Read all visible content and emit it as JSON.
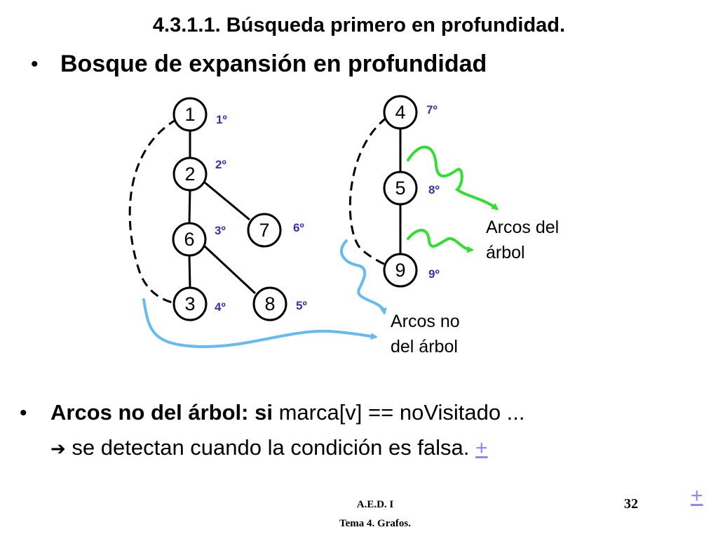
{
  "slide": {
    "title": "4.3.1.1.  Búsqueda primero en profundidad.",
    "bullet1": "Bosque de expansión en profundidad",
    "bullet_symbol": "•"
  },
  "diagram": {
    "nodes": [
      {
        "id": "n1",
        "label": "1"
      },
      {
        "id": "n2",
        "label": "2"
      },
      {
        "id": "n6",
        "label": "6"
      },
      {
        "id": "n7",
        "label": "7"
      },
      {
        "id": "n3",
        "label": "3"
      },
      {
        "id": "n8",
        "label": "8"
      },
      {
        "id": "n4",
        "label": "4"
      },
      {
        "id": "n5",
        "label": "5"
      },
      {
        "id": "n9",
        "label": "9"
      }
    ],
    "orders": {
      "n1": "1º",
      "n2": "2º",
      "n6": "3º",
      "n3": "4º",
      "n8": "5º",
      "n7": "6º",
      "n4": "7º",
      "n5": "8º",
      "n9": "9º"
    },
    "tree_edges": [
      [
        "n1",
        "n2"
      ],
      [
        "n2",
        "n6"
      ],
      [
        "n2",
        "n7"
      ],
      [
        "n6",
        "n3"
      ],
      [
        "n6",
        "n8"
      ],
      [
        "n4",
        "n5"
      ],
      [
        "n5",
        "n9"
      ]
    ],
    "non_tree_edges": [
      [
        "n3",
        "n1"
      ],
      [
        "n9",
        "n4"
      ]
    ],
    "label_tree_arcs": [
      "Arcos del",
      "árbol"
    ],
    "label_non_tree_arcs": [
      "Arcos no",
      "del árbol"
    ],
    "colors": {
      "tree_arrow": "#33dd33",
      "non_tree_arrow": "#66bbee",
      "order_text": "#3333aa"
    }
  },
  "bottom": {
    "bold_part": "Arcos no del árbol: si",
    "normal_part": " marca[v] == noVisitado ...",
    "arrow": "➔",
    "line2": " se detectan cuando la condición es falsa. ",
    "link": "+"
  },
  "footer": {
    "line1": "A.E.D. I",
    "line2": "Tema 4. Grafos.",
    "page": "32",
    "corner_link": "+"
  }
}
